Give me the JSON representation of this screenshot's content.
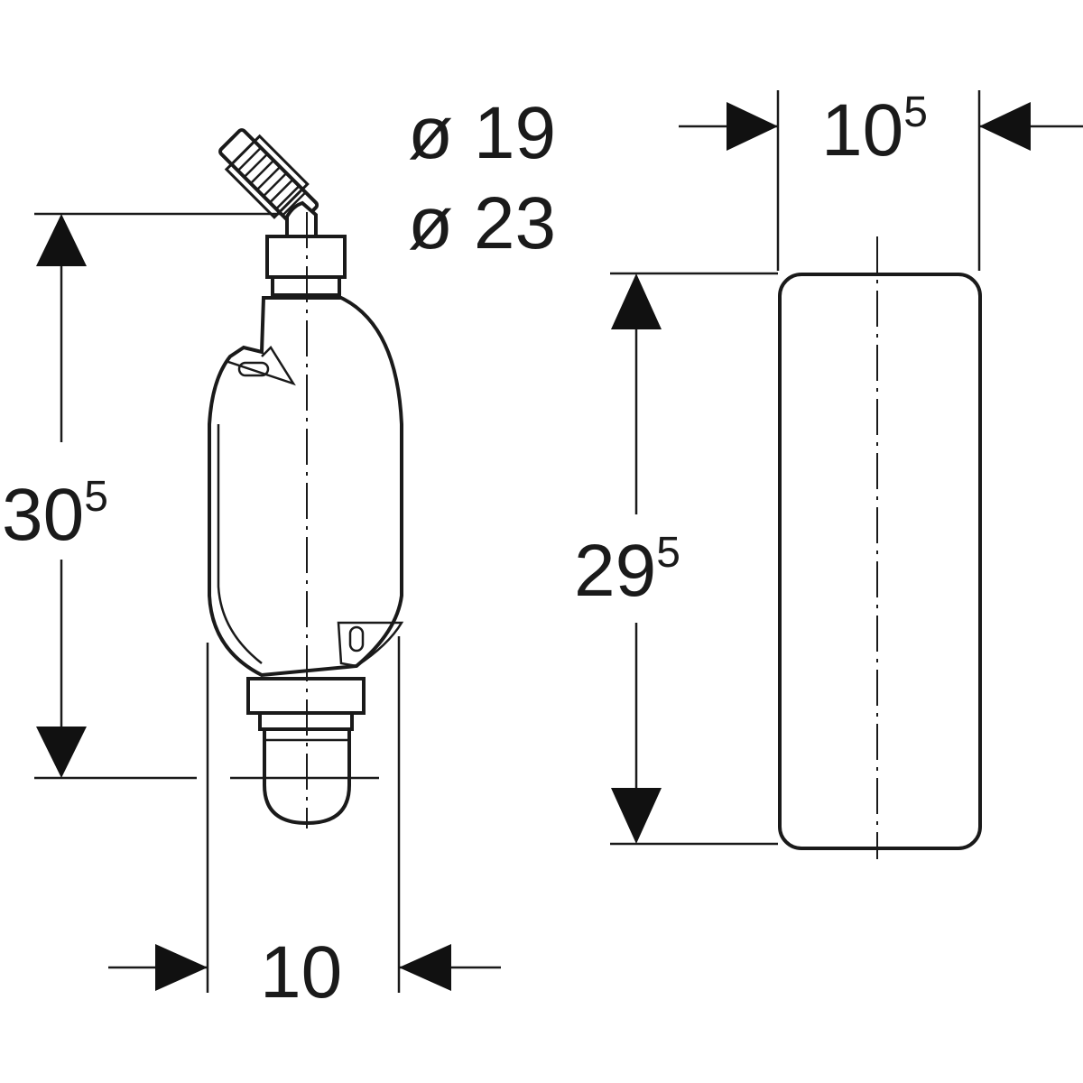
{
  "drawing": {
    "diameter_small": "ø 19",
    "diameter_large": "ø 23",
    "left_height": {
      "main": "30",
      "sup": "5"
    },
    "bottom_width": "10",
    "right_width": {
      "main": "10",
      "sup": "5"
    },
    "right_height": {
      "main": "29",
      "sup": "5"
    }
  }
}
